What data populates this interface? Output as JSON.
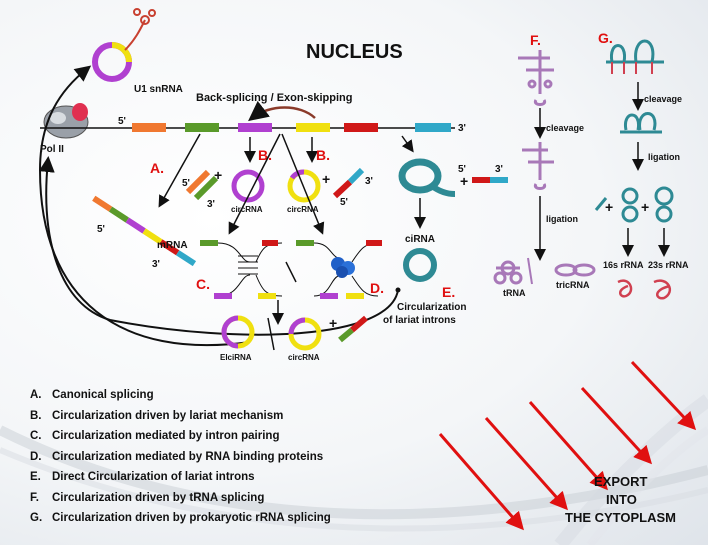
{
  "title": "NUCLEUS",
  "labels": {
    "u1": "U1 snRNA",
    "pol": "Pol II",
    "backsplice": "Back-splicing / Exon-skipping",
    "mrna": "mRNA",
    "circ1": "circRNA",
    "circ2": "circRNA",
    "circ3": "circRNA",
    "elci": "ElciRNA",
    "ci": "ciRNA",
    "lariat": [
      "Circularization",
      "of lariat introns"
    ],
    "cleavage_f": "cleavage",
    "ligation_f": "ligation",
    "trna": "tRNA",
    "tric": "tricRNA",
    "cleavage_g": "cleavage",
    "ligation_g": "ligation",
    "r16": "16s rRNA",
    "r23": "23s rRNA",
    "five": "5'",
    "three": "3'",
    "plus": "+"
  },
  "panel_letters": {
    "A": "A.",
    "B": "B.",
    "C": "C.",
    "D": "D.",
    "E": "E.",
    "F": "F.",
    "G": "G."
  },
  "export": [
    "EXPORT",
    "INTO",
    "THE CYTOPLASM"
  ],
  "legend": [
    {
      "key": "A.",
      "text": "Canonical splicing"
    },
    {
      "key": "B.",
      "text": "Circularization driven by lariat mechanism"
    },
    {
      "key": "C.",
      "text": "Circularization mediated by intron pairing"
    },
    {
      "key": "D.",
      "text": "Circularization mediated by RNA binding proteins"
    },
    {
      "key": "E.",
      "text": "Direct Circularization of lariat introns"
    },
    {
      "key": "F.",
      "text": "Circularization driven by tRNA splicing"
    },
    {
      "key": "G.",
      "text": "Circularization driven by prokaryotic rRNA splicing"
    }
  ],
  "colors": {
    "orange": "#f07830",
    "green": "#5a9a2a",
    "purple": "#b040d0",
    "yellow": "#f0e010",
    "red": "#d01818",
    "cyan": "#30a8c8",
    "teal": "#2e8a94",
    "mauve": "#a878b8",
    "label_red": "#e01010"
  }
}
